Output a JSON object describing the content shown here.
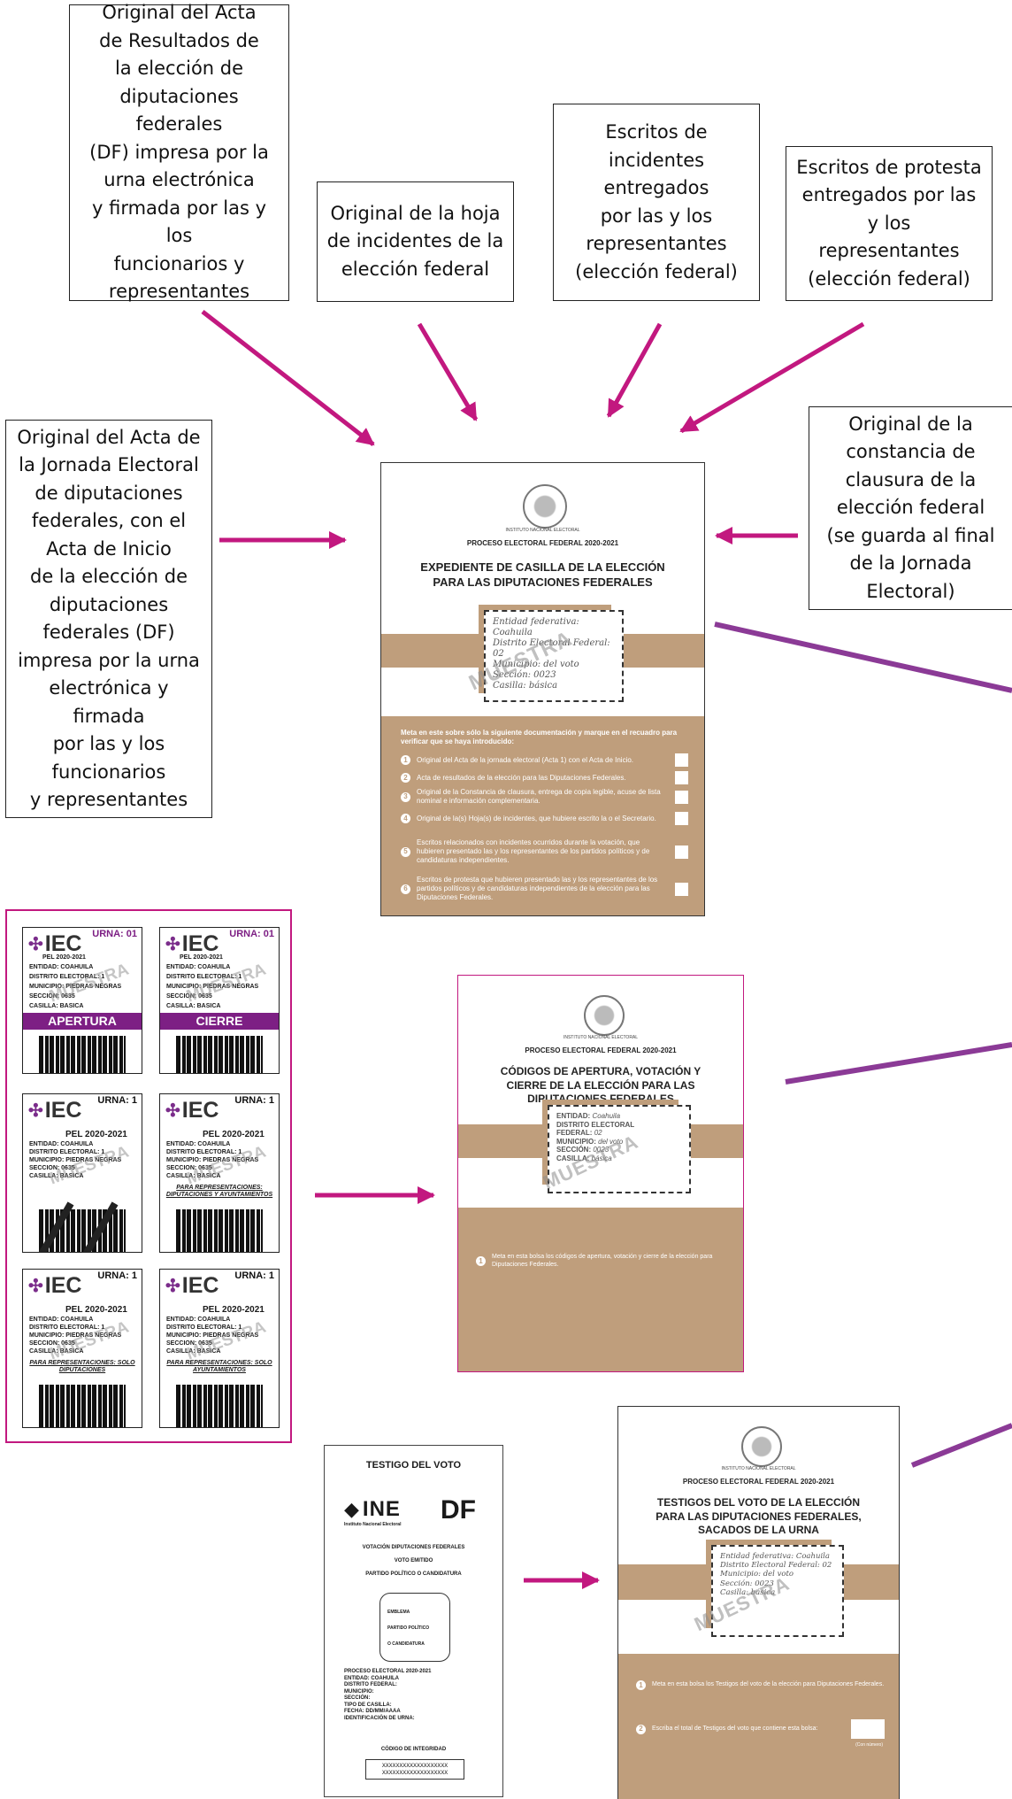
{
  "boxes": {
    "acta_resultados": "Original del Acta\nde Resultados de\nla elección de\ndiputaciones federales\n(DF) impresa por la\nurna electrónica\ny firmada por las y los\nfuncionarios y\nrepresentantes",
    "hoja_incidentes": "Original de la hoja\nde incidentes de la\nelección federal",
    "escritos_incidentes": "Escritos de\nincidentes\nentregados\npor las y los\nrepresentantes\n(elección federal)",
    "escritos_protesta": "Escritos de protesta\nentregados por las\ny los representantes\n(elección federal)",
    "acta_jornada": "Original del Acta de\nla Jornada Electoral\nde diputaciones\nfederales, con el\nActa de Inicio\nde la elección de\ndiputaciones\nfederales (DF)\nimpresa por la urna\nelectrónica y firmada\npor las y los\nfuncionarios\ny representantes",
    "constancia_clausura": "Original de la\nconstancia de\nclausura de la\nelección federal\n(se guarda al final\nde la Jornada\nElectoral)"
  },
  "common": {
    "seal_caption": "INSTITUTO NACIONAL ELECTORAL",
    "process": "PROCESO ELECTORAL FEDERAL 2020-2021",
    "watermark": "MUESTRA"
  },
  "envelope1": {
    "title": "EXPEDIENTE DE CASILLA DE LA ELECCIÓN\nPARA LAS DIPUTACIONES FEDERALES",
    "label": [
      "Entidad federativa: Coahuila",
      "Distrito Electoral Federal: 02",
      "Municipio: del voto",
      "Sección: 0023",
      "Casilla: básica"
    ],
    "intro": "Meta en este sobre sólo la siguiente documentación y marque en el recuadro para verificar que se haya introducido:",
    "items": [
      {
        "n": "1",
        "text": "Original del Acta de la jornada electoral (Acta 1) con el Acta de Inicio."
      },
      {
        "n": "2",
        "text": "Acta de resultados de la elección para las Diputaciones Federales."
      },
      {
        "n": "3",
        "text": "Original de la Constancia de clausura, entrega de copia legible, acuse de lista nominal e información complementaria."
      },
      {
        "n": "4",
        "text": "Original de la(s) Hoja(s) de incidentes, que hubiere escrito la o el Secretario."
      },
      {
        "n": "5",
        "text": "Escritos relacionados con incidentes ocurridos durante la votación, que hubieren presentado las y los representantes de los partidos políticos y de candidaturas independientes."
      },
      {
        "n": "6",
        "text": "Escritos de protesta que hubieren presentado las y los representantes de los partidos políticos y de candidaturas independientes de la elección para las Diputaciones Federales."
      }
    ]
  },
  "envelope2": {
    "title": "CÓDIGOS DE APERTURA, VOTACIÓN Y\nCIERRE DE LA ELECCIÓN PARA LAS\nDIPUTACIONES FEDERALES",
    "label_keys": [
      "ENTIDAD:",
      "DISTRITO ELECTORAL",
      "FEDERAL:",
      "MUNICIPIO:",
      "SECCIÓN:",
      "CASILLA:"
    ],
    "label_vals": [
      "Coahuila",
      "",
      "02",
      "del voto",
      "0023",
      "básica"
    ],
    "item": {
      "n": "1",
      "text": "Meta en esta bolsa los códigos de apertura, votación y cierre de la elección para Diputaciones Federales."
    }
  },
  "envelope3": {
    "title": "TESTIGOS DEL VOTO DE LA ELECCIÓN\nPARA LAS DIPUTACIONES FEDERALES,\nSACADOS DE LA URNA",
    "label": [
      "Entidad federativa: Coahuila",
      "Distrito Electoral Federal: 02",
      "Municipio: del voto",
      "Sección: 0023",
      "Casilla: básica"
    ],
    "item1": {
      "n": "1",
      "text": "Meta en esta bolsa los Testigos del voto de la elección para Diputaciones Federales."
    },
    "item2": {
      "n": "2",
      "text": "Escriba el total de Testigos del voto que contiene esta bolsa:"
    },
    "box_caption": "(Con número)"
  },
  "codes": [
    {
      "logo": "IEC",
      "urna": "URNA: 01",
      "header": "PEL 2020-2021",
      "lines": [
        "ENTIDAD: COAHUILA",
        "DISTRITO ELECTORAL: 1",
        "MUNICIPIO: PIEDRAS NEGRAS",
        "SECCION: 0635",
        "CASILLA: BASICA"
      ],
      "banner": "APERTURA",
      "para": "",
      "crossed": false
    },
    {
      "logo": "IEC",
      "urna": "URNA: 01",
      "header": "PEL 2020-2021",
      "lines": [
        "ENTIDAD: COAHUILA",
        "DISTRITO ELECTORAL: 1",
        "MUNICIPIO: PIEDRAS NEGRAS",
        "SECCION: 0635",
        "CASILLA: BASICA"
      ],
      "banner": "CIERRE",
      "para": "",
      "crossed": false
    },
    {
      "logo": "IEC",
      "urna": "URNA: 1",
      "header": "PEL 2020-2021",
      "lines": [
        "ENTIDAD: COAHUILA",
        "DISTRITO ELECTORAL: 1",
        "MUNICIPIO: PIEDRAS NEGRAS",
        "SECCION: 0635",
        "CASILLA: BASICA"
      ],
      "banner": "",
      "para": "",
      "crossed": true
    },
    {
      "logo": "IEC",
      "urna": "URNA: 1",
      "header": "PEL 2020-2021",
      "lines": [
        "ENTIDAD: COAHUILA",
        "DISTRITO ELECTORAL: 1",
        "MUNICIPIO: PIEDRAS NEGRAS",
        "SECCION: 0635",
        "CASILLA: BASICA"
      ],
      "banner": "",
      "para": "PARA REPRESENTACIONES: DIPUTACIONES Y AYUNTAMIENTOS",
      "crossed": false
    },
    {
      "logo": "IEC",
      "urna": "URNA: 1",
      "header": "PEL 2020-2021",
      "lines": [
        "ENTIDAD: COAHUILA",
        "DISTRITO ELECTORAL: 1",
        "MUNICIPIO: PIEDRAS NEGRAS",
        "SECCION: 0635",
        "CASILLA: BASICA"
      ],
      "banner": "",
      "para": "PARA REPRESENTACIONES: SOLO DIPUTACIONES",
      "crossed": false
    },
    {
      "logo": "IEC",
      "urna": "URNA: 1",
      "header": "PEL 2020-2021",
      "lines": [
        "ENTIDAD: COAHUILA",
        "DISTRITO ELECTORAL: 1",
        "MUNICIPIO: PIEDRAS NEGRAS",
        "SECCION: 0635",
        "CASILLA: BASICA"
      ],
      "banner": "",
      "para": "PARA REPRESENTACIONES: SOLO AYUNTAMIENTOS",
      "crossed": false
    }
  ],
  "testigo": {
    "title": "TESTIGO DEL VOTO",
    "brand": "INE",
    "brand_sub": "Instituto Nacional Electoral",
    "type": "DF",
    "lines": [
      "VOTACIÓN DIPUTACIONES FEDERALES",
      "VOTO EMITIDO",
      "PARTIDO POLÍTICO O CANDIDATURA"
    ],
    "emblem": [
      "EMBLEMA",
      "PARTIDO POLÍTICO",
      "O  CANDIDATURA"
    ],
    "details": [
      "PROCESO ELECTORAL 2020-2021",
      "ENTIDAD: COAHUILA",
      "DISTRITO FEDERAL:",
      "MUNICIPIO:",
      "SECCIÓN:",
      "TIPO DE CASILLA:",
      "FECHA: DD/MM/AAAA",
      "IDENTIFICACIÓN DE URNA:"
    ],
    "code_title": "CÓDIGO DE INTEGRIDAD",
    "code": [
      "XXXXXXXXXXXXXXXXXXX",
      "XXXXXXXXXXXXXXXXXXX"
    ]
  },
  "colors": {
    "arrow": "#c2187f",
    "purple_line": "#8b3a96",
    "kraft": "#bf9e7c",
    "banner": "#7d1f84",
    "frame": "#c2187f"
  }
}
